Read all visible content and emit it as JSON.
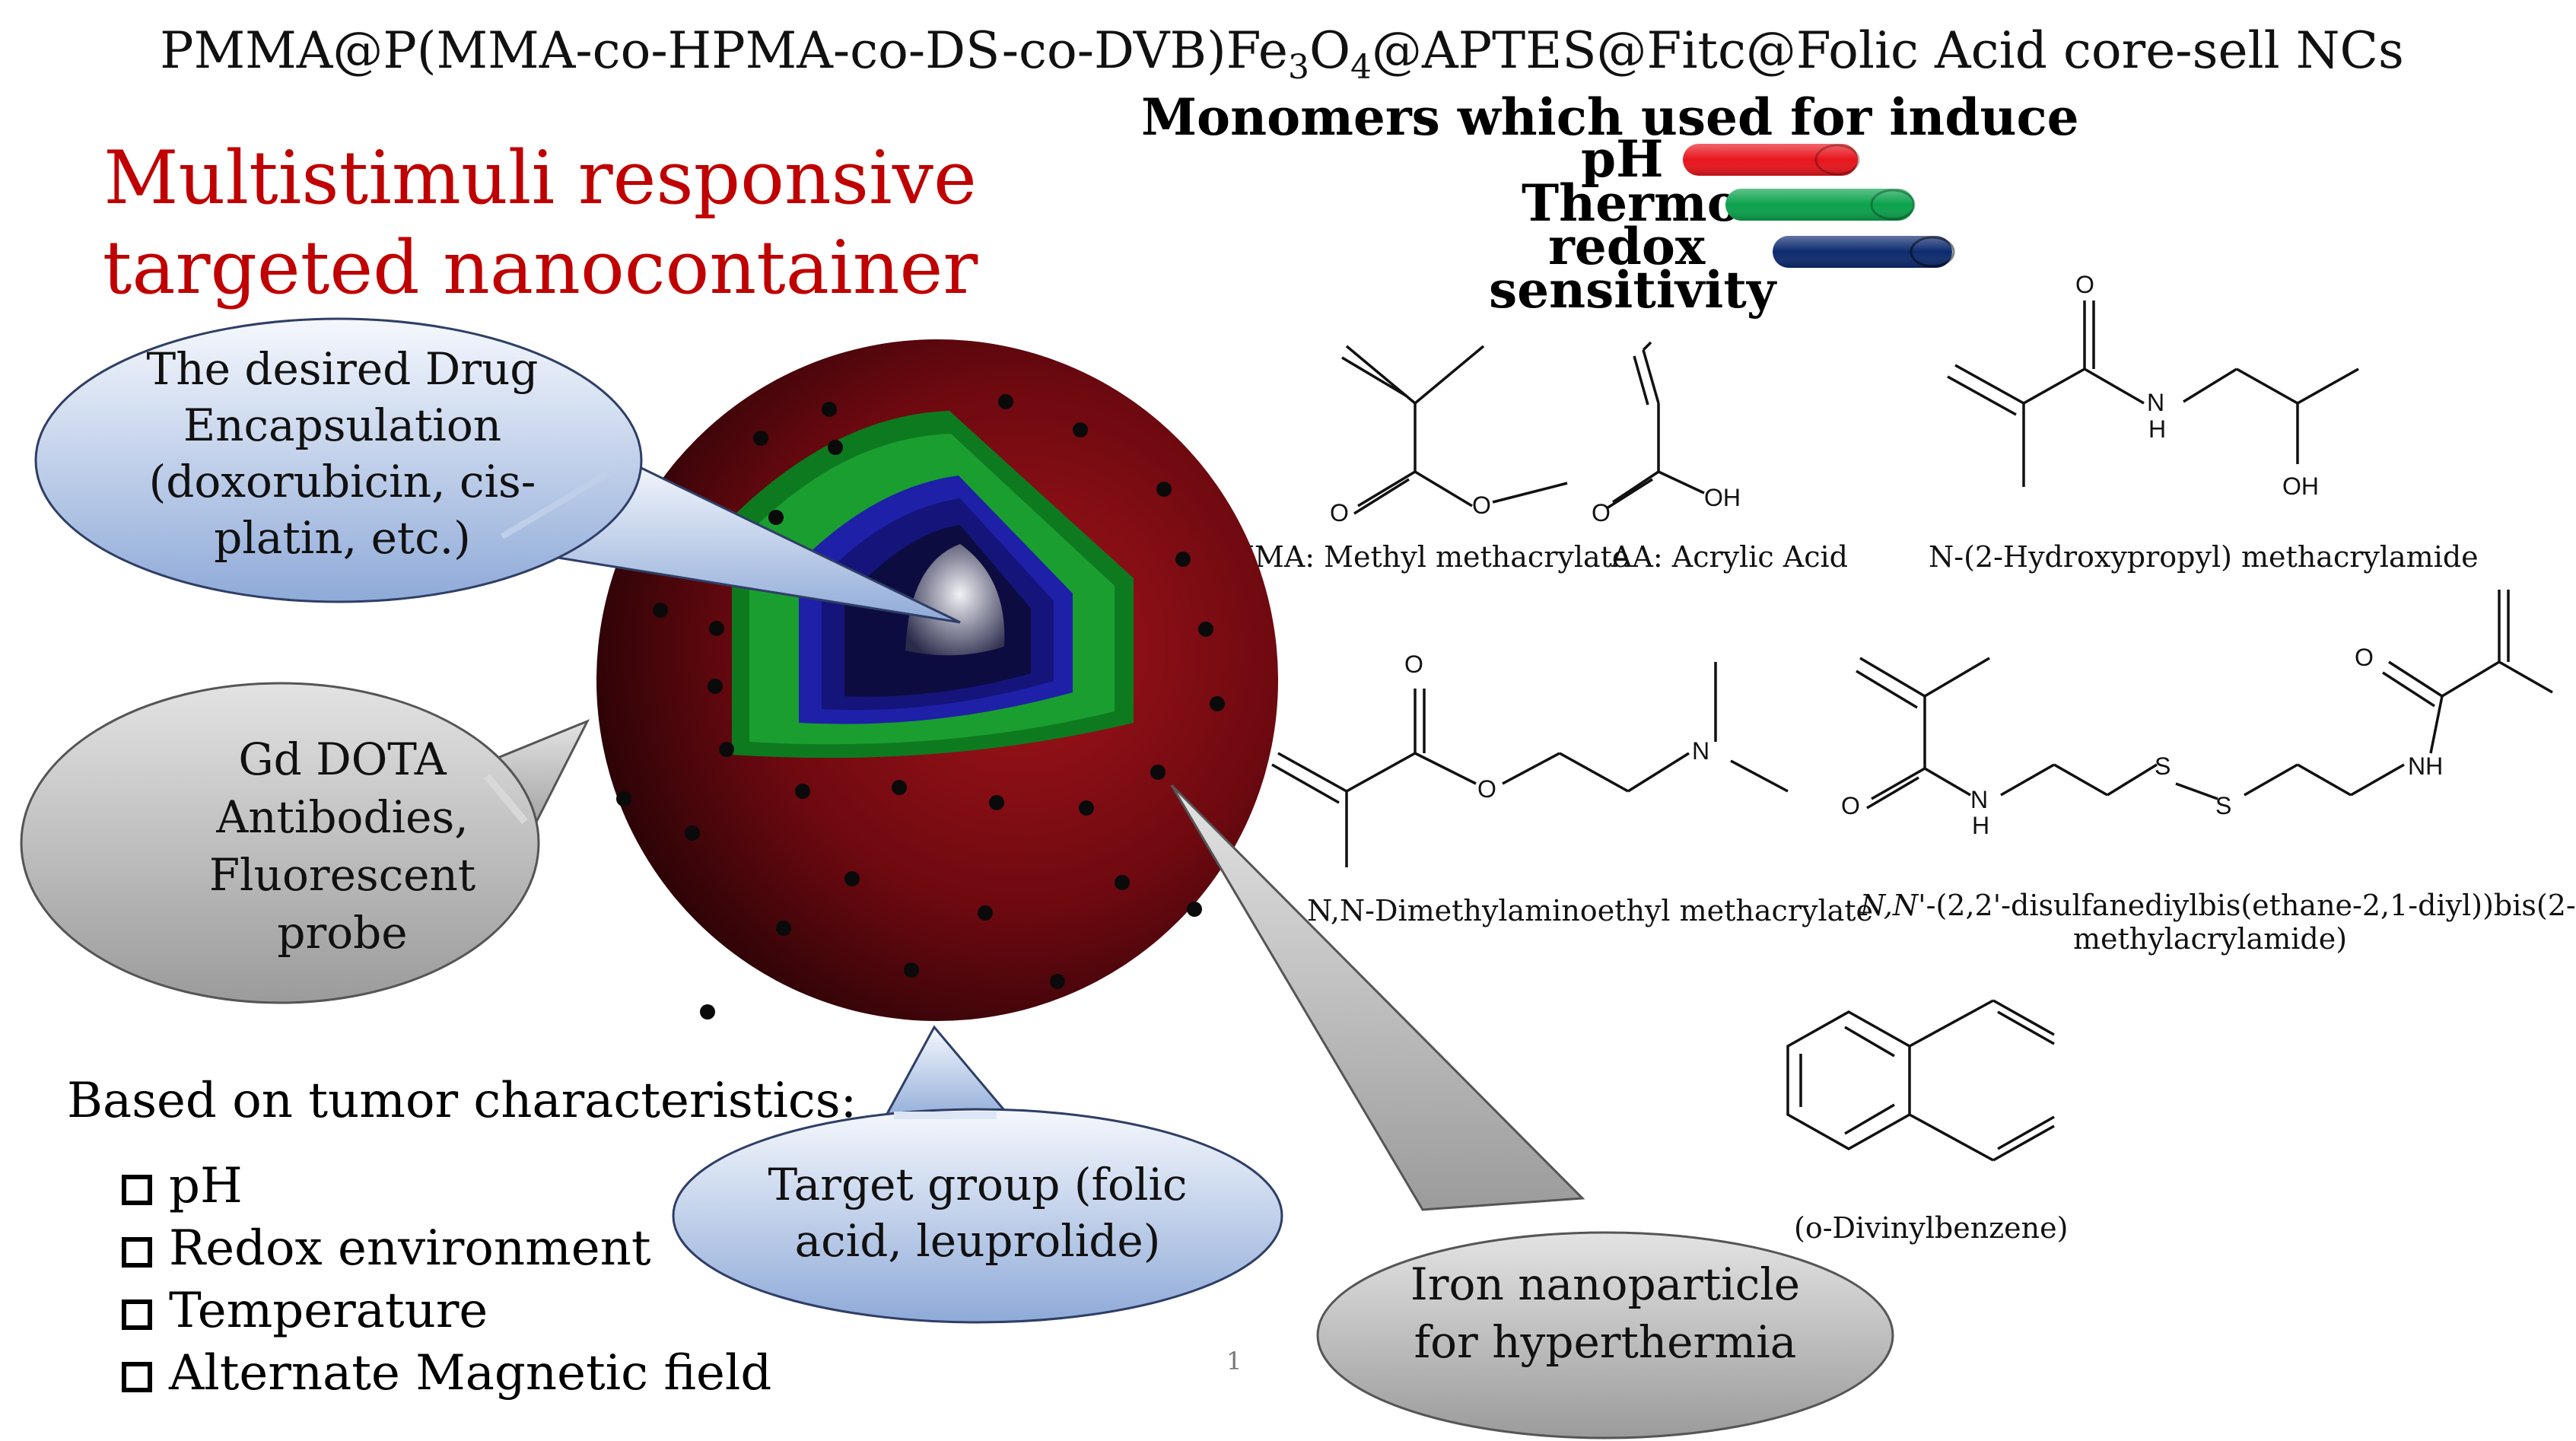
{
  "title": {
    "prefix": "PMMA@P(MMA-co-HPMA-co-DS-co-DVB)Fe",
    "sub1": "3",
    "mid": "O",
    "sub2": "4",
    "suffix": "@APTES@Fitc@Folic Acid core-sell NCs"
  },
  "main_title": {
    "line1": "Multistimuli responsive",
    "line2": "targeted nanocontainer"
  },
  "monomers": {
    "heading": "Monomers which used for induce",
    "stimuli": [
      {
        "label": "pH",
        "color": "#e8141c"
      },
      {
        "label": "Thermo",
        "color": "#0aa14b"
      },
      {
        "label": "redox",
        "color": "#0c2a6e"
      }
    ],
    "sensitivity_label": "sensitivity"
  },
  "molecules": [
    {
      "name": "MMA: Methyl methacrylate"
    },
    {
      "name": "AA: Acrylic Acid"
    },
    {
      "name": "N-(2-Hydroxypropyl) methacrylamide"
    },
    {
      "name": "N,N-Dimethylaminoethyl methacrylate"
    },
    {
      "name_italic": "N,N'",
      "name_line1": "-(2,2'-disulfanediylbis(ethane-2,1-diyl))bis(2-",
      "name_line2": "methylacrylamide)"
    },
    {
      "name": "(o-Divinylbenzene)"
    }
  ],
  "atom_labels": {
    "O": "O",
    "OH": "OH",
    "H": "H",
    "N": "N",
    "NH": "NH",
    "S": "S"
  },
  "bubbles": {
    "drug": {
      "line1": "The desired Drug",
      "line2": "Encapsulation",
      "line3": "(doxorubicin, cis-",
      "line4": "platin, etc.)"
    },
    "imaging": {
      "line1": "Gd DOTA",
      "line2": "Antibodies,",
      "line3": "Fluorescent",
      "line4": "probe"
    },
    "target": {
      "line1": "Target group (folic",
      "line2": "acid, leuprolide)"
    },
    "iron": {
      "line1": "Iron nanoparticle",
      "line2": "for hyperthermia"
    }
  },
  "tumor": {
    "heading": "Based on tumor characteristics:",
    "items": [
      "pH",
      "Redox environment",
      "Temperature",
      "Alternate Magnetic field"
    ]
  },
  "page_number": "1",
  "colors": {
    "title_red": "#c00000",
    "shell_outer": "#7a0a10",
    "shell_green": "#129a2a",
    "shell_blue": "#1a1aa0",
    "core_gray": "#a9a9b8",
    "bubble_blue": "#b7c8e6",
    "bubble_gray": "#c9c9c9"
  }
}
